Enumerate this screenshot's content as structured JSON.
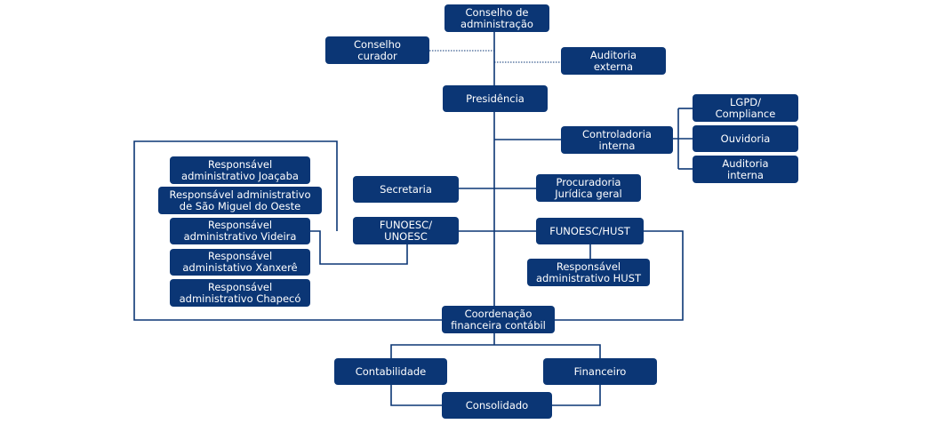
{
  "nodes": {
    "conselho_admin": "Conselho de\nadministração",
    "conselho_curador": "Conselho\ncurador",
    "auditoria_externa": "Auditoria\nexterna",
    "presidencia": "Presidência",
    "lgpd": "LGPD/\nCompliance",
    "controladoria": "Controladoria\ninterna",
    "ouvidoria": "Ouvidoria",
    "auditoria_interna": "Auditoria\ninterna",
    "resp_joacaba": "Responsável\nadministrativo Joaçaba",
    "resp_sao_miguel": "Responsável  administrativo\nde São Miguel do Oeste",
    "resp_videira": "Responsável\nadministrativo Videira",
    "resp_xanxere": "Responsável\nadministativo Xanxerê",
    "resp_chapeco": "Responsável\nadministrativo Chapecó",
    "secretaria": "Secretaria",
    "procuradoria": "Procuradoria\nJurídica geral",
    "funoesc_unoesc": "FUNOESC/\nUNOESC",
    "funoesc_hust": "FUNOESC/HUST",
    "resp_hust": "Responsável\nadministrativo HUST",
    "coordenacao": "Coordenação\nfinanceira contábil",
    "contabilidade": "Contabilidade",
    "financeiro": "Financeiro",
    "consolidado": "Consolidado"
  },
  "colors": {
    "box": "#0b3675",
    "text": "#ffffff",
    "line": "#0b3675"
  }
}
